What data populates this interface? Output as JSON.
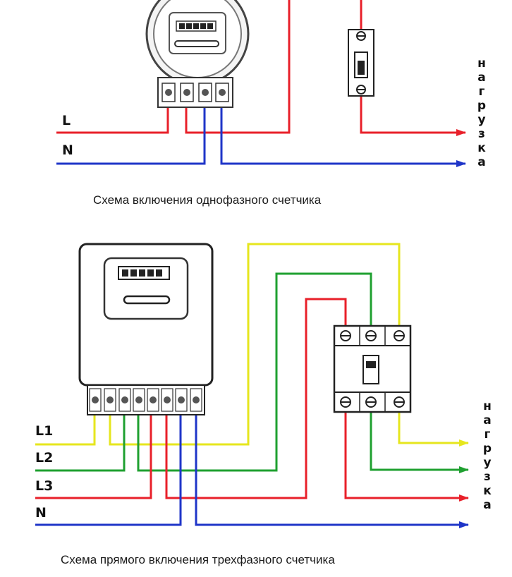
{
  "single_phase": {
    "caption": "Схема включения однофазного счетчика",
    "line_labels": [
      "L",
      "N"
    ],
    "load_label": "нагрузка"
  },
  "three_phase": {
    "caption": "Схема прямого включения трехфазного счетчика",
    "line_labels": [
      "L1",
      "L2",
      "L3",
      "N"
    ],
    "load_label": "нагрузка"
  },
  "colors": {
    "phase": "#e8202a",
    "neutral": "#1f35c8",
    "phase_yellow": "#e6e61e",
    "phase_green": "#1fa030",
    "frame": "#222222"
  }
}
